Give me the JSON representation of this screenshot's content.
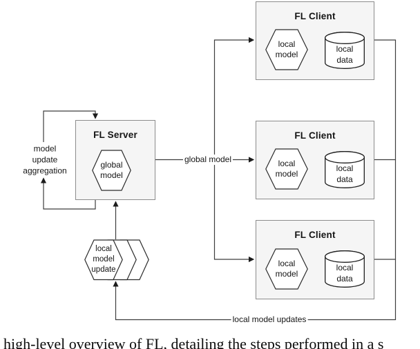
{
  "figure": {
    "server": {
      "title": "FL Server",
      "model_label": "global\nmodel"
    },
    "clients": [
      {
        "title": "FL Client",
        "model_label": "local\nmodel",
        "data_label": "local\ndata"
      },
      {
        "title": "FL Client",
        "model_label": "local\nmodel",
        "data_label": "local\ndata"
      },
      {
        "title": "FL Client",
        "model_label": "local\nmodel",
        "data_label": "local\ndata"
      }
    ],
    "edge_labels": {
      "aggregation": "model\nupdate\naggregation",
      "global_model": "global model",
      "local_updates": "local model updates"
    },
    "hexstack_label": "local\nmodel\nupdate",
    "colors": {
      "box_fill": "#f5f5f5",
      "box_border": "#8b8b8b",
      "shape_fill": "#ffffff",
      "shape_border": "#2b2b2b",
      "line": "#3c3c3c"
    }
  },
  "caption": "high-level overview of FL, detailing the steps performed in a s"
}
